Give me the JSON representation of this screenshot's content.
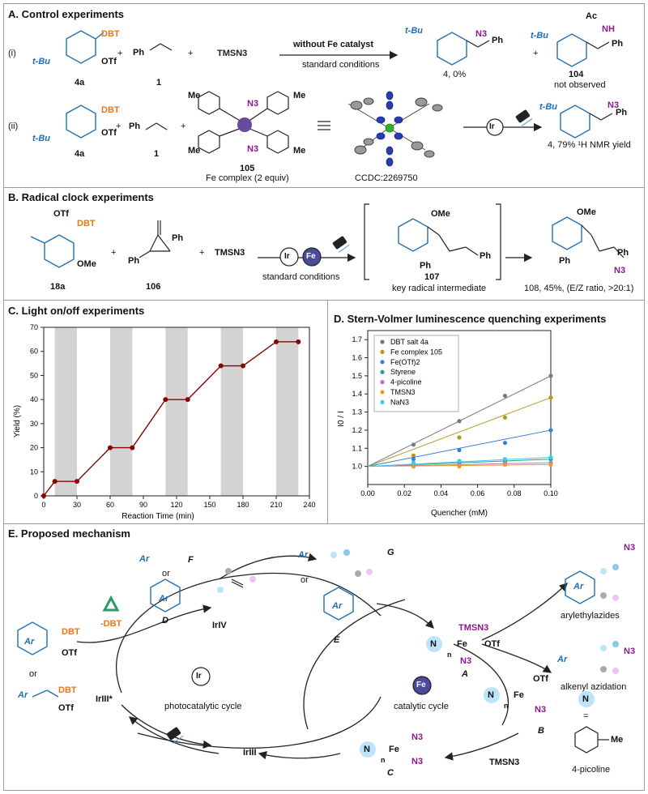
{
  "sections": {
    "a": "A. Control experiments",
    "b": "B. Radical clock experiments",
    "c": "C. Light on/off experiments",
    "d": "D. Stern-Volmer luminescence quenching experiments",
    "e": "E. Proposed mechanism"
  },
  "part_a": {
    "row1_label": "(i)",
    "row2_label": "(ii)",
    "cmpd_4a": "4a",
    "cmpd_1": "1",
    "reagent_tmsn3": "TMSN3",
    "arrow_top": "without Fe catalyst",
    "arrow_bottom": "standard conditions",
    "product_4_yield0": "4, 0%",
    "cmpd_104": "104",
    "not_observed": "not observed",
    "cmpd_105": "105",
    "fe_complex": "Fe complex (2 equiv)",
    "ccdc": "CCDC:2269750",
    "product_4_yield79": "4, 79% ¹H NMR yield",
    "dbt": "DBT",
    "otf": "OTf",
    "tbu": "t-Bu",
    "ph": "Ph",
    "ac": "Ac",
    "nh": "NH",
    "n3": "N3",
    "me": "Me",
    "ir": "Ir"
  },
  "part_b": {
    "cmpd_18a": "18a",
    "cmpd_106": "106",
    "reagent": "TMSN3",
    "arrow_bottom": "standard conditions",
    "cmpd_107": "107",
    "key_intermediate": "key radical intermediate",
    "product_108": "108, 45%, (E/Z ratio, >20:1)",
    "ome": "OMe",
    "fe": "Fe",
    "ir": "Ir"
  },
  "chart_data": [
    {
      "type": "line",
      "title": "",
      "xlabel": "Reaction Time (min)",
      "ylabel": "Yield (%)",
      "xlim": [
        0,
        240
      ],
      "ylim": [
        0,
        70
      ],
      "x_ticks": [
        0,
        30,
        60,
        90,
        120,
        150,
        180,
        210,
        240
      ],
      "y_ticks": [
        0,
        10,
        20,
        30,
        40,
        50,
        60,
        70
      ],
      "dark_periods": [
        [
          30,
          60
        ],
        [
          90,
          110
        ],
        [
          130,
          160
        ],
        [
          180,
          210
        ],
        [
          230,
          240
        ]
      ],
      "light_periods_shaded": [
        [
          10,
          30
        ],
        [
          60,
          80
        ],
        [
          110,
          130
        ],
        [
          160,
          180
        ],
        [
          210,
          230
        ]
      ],
      "series": [
        {
          "x": [
            0,
            10,
            30,
            60,
            80,
            110,
            130,
            160,
            180,
            210,
            230
          ],
          "y": [
            0,
            6,
            6,
            20,
            20,
            40,
            40,
            54,
            54,
            64,
            64
          ],
          "color": "#8b0000"
        }
      ]
    },
    {
      "type": "scatter",
      "title": "",
      "xlabel": "Quencher (mM)",
      "ylabel": "I0 / I",
      "xlim": [
        0,
        0.1
      ],
      "ylim": [
        0.9,
        1.75
      ],
      "x_ticks": [
        0.0,
        0.02,
        0.04,
        0.06,
        0.08,
        0.1
      ],
      "y_ticks": [
        1.0,
        1.1,
        1.2,
        1.3,
        1.4,
        1.5,
        1.6,
        1.7
      ],
      "legend_position": "top-left",
      "series": [
        {
          "name": "DBT salt 4a",
          "color": "#7a7a7a",
          "x": [
            0.025,
            0.05,
            0.075,
            0.1
          ],
          "y": [
            1.12,
            1.25,
            1.39,
            1.5
          ]
        },
        {
          "name": "Fe complex 105",
          "color": "#b59a1a",
          "x": [
            0.025,
            0.05,
            0.075,
            0.1
          ],
          "y": [
            1.06,
            1.16,
            1.27,
            1.38
          ]
        },
        {
          "name": "Fe(OTf)2",
          "color": "#3a7fd5",
          "x": [
            0.025,
            0.05,
            0.075,
            0.1
          ],
          "y": [
            1.04,
            1.09,
            1.13,
            1.2
          ]
        },
        {
          "name": "Styrene",
          "color": "#2aa08a",
          "x": [
            0.025,
            0.05,
            0.075,
            0.1
          ],
          "y": [
            1.01,
            1.02,
            1.03,
            1.04
          ]
        },
        {
          "name": "4-picoline",
          "color": "#c070d0",
          "x": [
            0.025,
            0.05,
            0.075,
            0.1
          ],
          "y": [
            1.0,
            1.01,
            1.02,
            1.02
          ]
        },
        {
          "name": "TMSN3",
          "color": "#e0a020",
          "x": [
            0.025,
            0.05,
            0.075,
            0.1
          ],
          "y": [
            1.0,
            1.0,
            1.01,
            1.01
          ]
        },
        {
          "name": "NaN3",
          "color": "#40c8e8",
          "x": [
            0.025,
            0.05,
            0.075,
            0.1
          ],
          "y": [
            1.02,
            1.03,
            1.04,
            1.05
          ]
        }
      ]
    }
  ],
  "part_e": {
    "dbt": "DBT",
    "minus_dbt": "-DBT",
    "otf": "OTf",
    "or": "or",
    "ar": "Ar",
    "F": "F",
    "D": "D",
    "G": "G",
    "E": "E",
    "A": "A",
    "B": "B",
    "C": "C",
    "ir_iv": "IrIV",
    "ir_iii_star": "IrIII*",
    "ir_iii": "IrIII",
    "photocatalytic_cycle": "photocatalytic cycle",
    "catalytic_cycle": "catalytic cycle",
    "arylethylazides": "arylethylazides",
    "alkenyl_azidation": "alkenyl azidation",
    "tmsn3": "TMSN3",
    "picoline": "4-picoline",
    "n": "n",
    "N": "N",
    "me": "Me",
    "fe_iii": "Fe",
    "fe_ii": "Fe",
    "ir": "Ir",
    "fe": "Fe"
  },
  "colors": {
    "aryl_blue": "#1f6fb0",
    "azide_purple": "#8a1a8a",
    "dbt_orange": "#e07a20",
    "dark_red": "#8b0000",
    "shade": "#d3d3d3"
  }
}
